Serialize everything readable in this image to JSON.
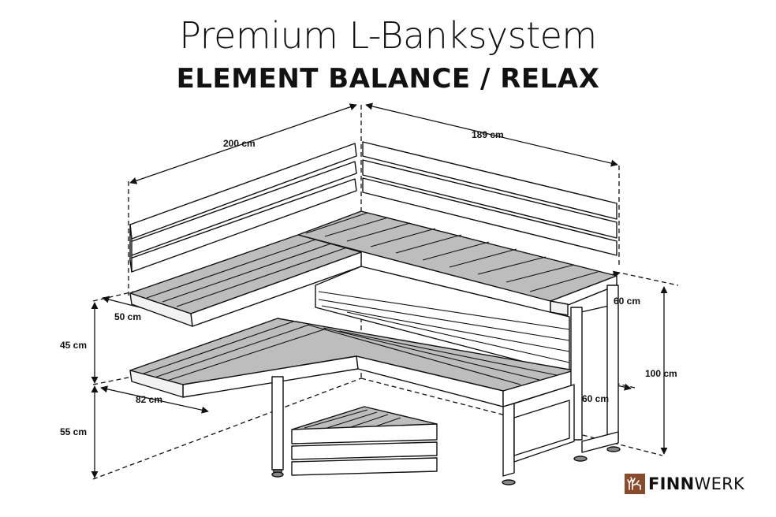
{
  "title": "Premium L-Banksystem",
  "subtitle": "ELEMENT BALANCE / RELAX",
  "dimensions": {
    "width_left": "200 cm",
    "width_right": "189 cm",
    "depth_upper_left": "50 cm",
    "depth_upper_right": "60 cm",
    "upper_height_step": "45 cm",
    "depth_lower_left": "82 cm",
    "depth_lower_right": "60 cm",
    "total_height": "100 cm",
    "lower_height": "55 cm"
  },
  "logo": {
    "text_bold": "FINN",
    "text_regular": "WERK",
    "brand_color": "#8a4a2c"
  }
}
